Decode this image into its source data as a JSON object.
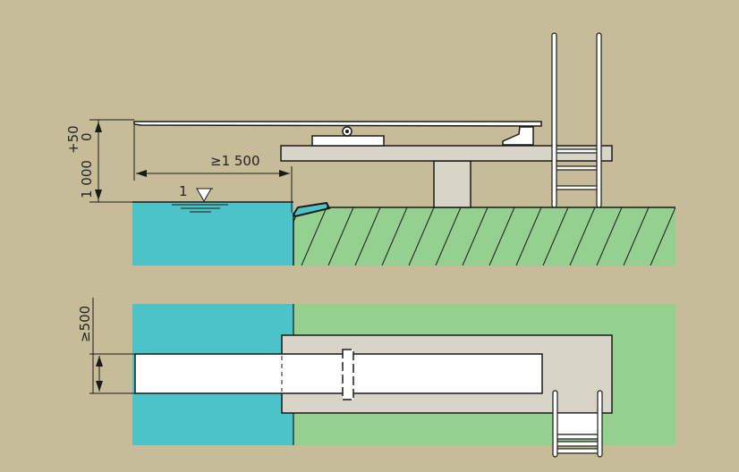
{
  "colors": {
    "background": "#c6bd98",
    "water": "#4cc3c8",
    "ground": "#94d090",
    "concrete": "#d8d5c8",
    "board": "#ffffff",
    "line": "#1a1a1a"
  },
  "side_view": {
    "height_dimension": {
      "main": "1 000",
      "lower_tolerance": "0",
      "upper_tolerance": "+50"
    },
    "overhang_dimension": "≥1 500",
    "water_level_label": "1"
  },
  "plan_view": {
    "side_clearance_dimension": "≥500"
  }
}
